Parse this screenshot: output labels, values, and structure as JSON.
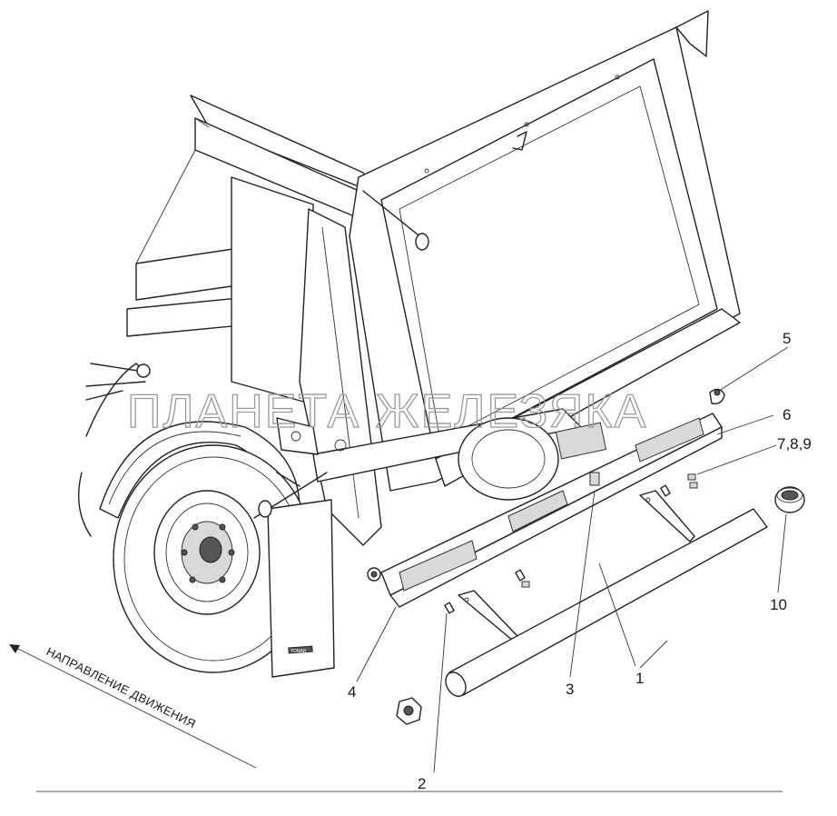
{
  "watermark": "ПЛАНЕТА ЖЕЛЕЗЯКА",
  "direction_label": "НАПРАВЛЕНИЕ ДВИЖЕНИЯ",
  "callouts": {
    "c1": "1",
    "c2": "2",
    "c3": "3",
    "c4": "4",
    "c5": "5",
    "c6": "6",
    "c789": "7,8,9",
    "c10": "10"
  },
  "mudflap_brand": "TONAR"
}
